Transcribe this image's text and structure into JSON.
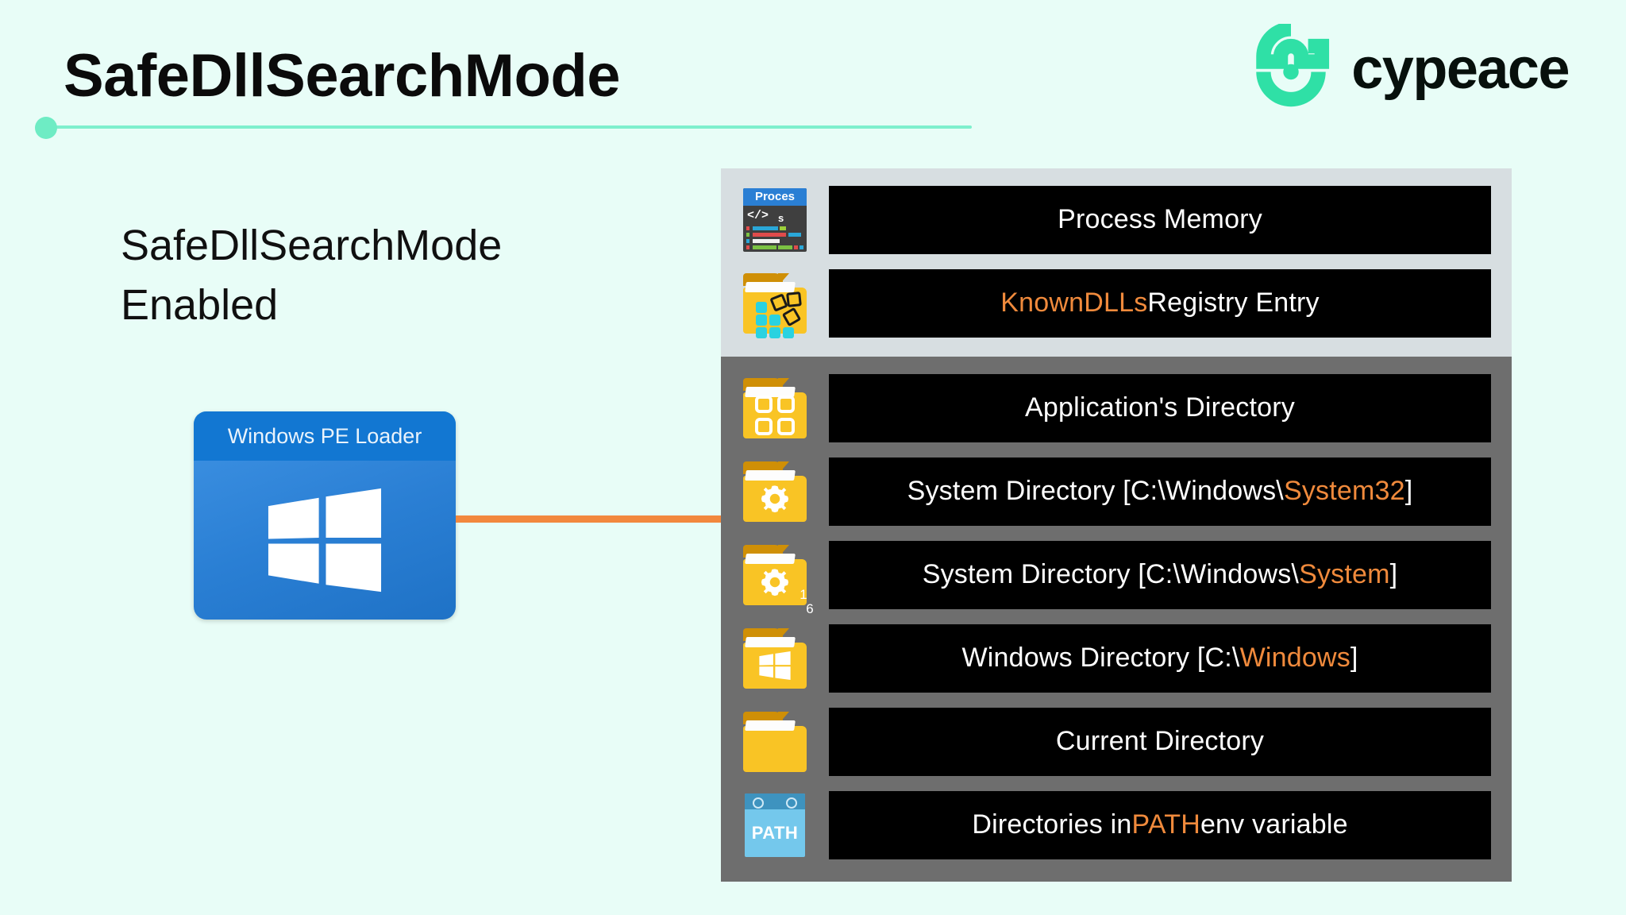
{
  "slide": {
    "title": "SafeDllSearchMode",
    "caption": "SafeDllSearchMode Enabled"
  },
  "brand": {
    "name": "cypeace",
    "logo_icon": "cypeace-logo-icon",
    "accent_color": "#2fe0a6"
  },
  "colors": {
    "background": "#e8fdf7",
    "rule": "#7ef0cd",
    "connector": "#f2883e",
    "highlight": "#f08a3c",
    "secure_panel": "#d7dee1",
    "standard_panel": "#6e6e6e",
    "bar": "#000000",
    "loader_blue": "#2a7fd4",
    "folder_yellow": "#f9c425"
  },
  "loader": {
    "header": "Windows PE Loader",
    "icon": "windows-logo-icon"
  },
  "panel": {
    "secure_section": {
      "name": "secure-search-locations",
      "rows": [
        {
          "icon": "process-memory-window-icon",
          "icon_title": "Proces",
          "icon_title_overflow": "s",
          "parts": [
            {
              "text": "Process Memory",
              "highlight": false
            }
          ]
        },
        {
          "icon": "known-dlls-folder-icon",
          "parts": [
            {
              "text": "KnownDLLs",
              "highlight": true
            },
            {
              "text": " Registry Entry",
              "highlight": false
            }
          ]
        }
      ]
    },
    "standard_section": {
      "name": "standard-search-order",
      "rows": [
        {
          "icon": "application-folder-icon",
          "parts": [
            {
              "text": "Application's Directory",
              "highlight": false
            }
          ]
        },
        {
          "icon": "system-folder-gear-icon",
          "parts": [
            {
              "text": "System Directory [C:\\Windows\\",
              "highlight": false
            },
            {
              "text": "System32",
              "highlight": true
            },
            {
              "text": "]",
              "highlight": false
            }
          ]
        },
        {
          "icon": "system16-folder-gear-icon",
          "badge": "16",
          "parts": [
            {
              "text": "System Directory [C:\\Windows\\",
              "highlight": false
            },
            {
              "text": "System",
              "highlight": true
            },
            {
              "text": "]",
              "highlight": false
            }
          ]
        },
        {
          "icon": "windows-folder-icon",
          "parts": [
            {
              "text": "Windows Directory [C:\\",
              "highlight": false
            },
            {
              "text": "Windows",
              "highlight": true
            },
            {
              "text": "]",
              "highlight": false
            }
          ]
        },
        {
          "icon": "current-folder-icon",
          "parts": [
            {
              "text": "Current Directory",
              "highlight": false
            }
          ]
        },
        {
          "icon": "path-variable-icon",
          "icon_label": "PATH",
          "parts": [
            {
              "text": "Directories in ",
              "highlight": false
            },
            {
              "text": "PATH",
              "highlight": true
            },
            {
              "text": " env variable",
              "highlight": false
            }
          ]
        }
      ]
    }
  }
}
